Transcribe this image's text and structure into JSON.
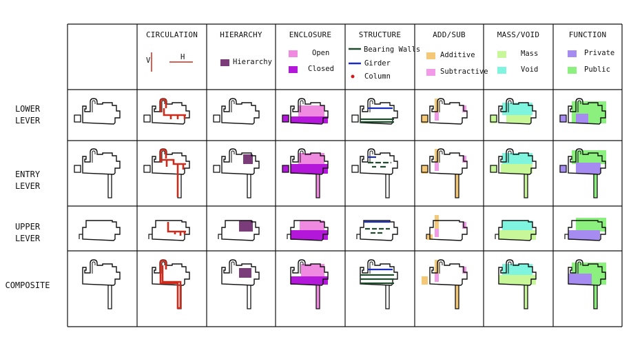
{
  "columns": [
    {
      "key": "circulation",
      "title": "CIRCULATION",
      "legend": {
        "v_label": "V",
        "h_label": "H",
        "color": "#cc2a1a"
      }
    },
    {
      "key": "hierarchy",
      "title": "HIERARCHY",
      "legend": {
        "items": [
          {
            "label": "Hierarchy",
            "color": "#7a3d7a"
          }
        ]
      }
    },
    {
      "key": "enclosure",
      "title": "ENCLOSURE",
      "legend": {
        "items": [
          {
            "label": "Open",
            "color": "#f08ae0"
          },
          {
            "label": "Closed",
            "color": "#b317d9"
          }
        ]
      }
    },
    {
      "key": "structure",
      "title": "STRUCTURE",
      "legend": {
        "items": [
          {
            "label": "Bearing Walls",
            "color": "#1f4a2c"
          },
          {
            "label": "Girder",
            "color": "#1a2bbf"
          },
          {
            "label": "Column",
            "color": "#d11a1a"
          }
        ]
      }
    },
    {
      "key": "addsub",
      "title": "ADD/SUB",
      "legend": {
        "items": [
          {
            "label": "Additive",
            "color": "#f5c878"
          },
          {
            "label": "Subtractive",
            "color": "#f29ae8"
          }
        ]
      }
    },
    {
      "key": "massvoid",
      "title": "MASS/VOID",
      "legend": {
        "items": [
          {
            "label": "Mass",
            "color": "#c8f79a"
          },
          {
            "label": "Void",
            "color": "#7ff5e0"
          }
        ]
      }
    },
    {
      "key": "function",
      "title": "FUNCTION",
      "legend": {
        "items": [
          {
            "label": "Private",
            "color": "#a68cf0"
          },
          {
            "label": "Public",
            "color": "#8cf07e"
          }
        ]
      }
    }
  ],
  "rows": [
    {
      "key": "lower",
      "label": "LOWER\nLEVER"
    },
    {
      "key": "entry",
      "label": "ENTRY\nLEVER"
    },
    {
      "key": "upper",
      "label": "UPPER\nLEVER"
    },
    {
      "key": "composite",
      "label": "COMPOSITE"
    }
  ]
}
